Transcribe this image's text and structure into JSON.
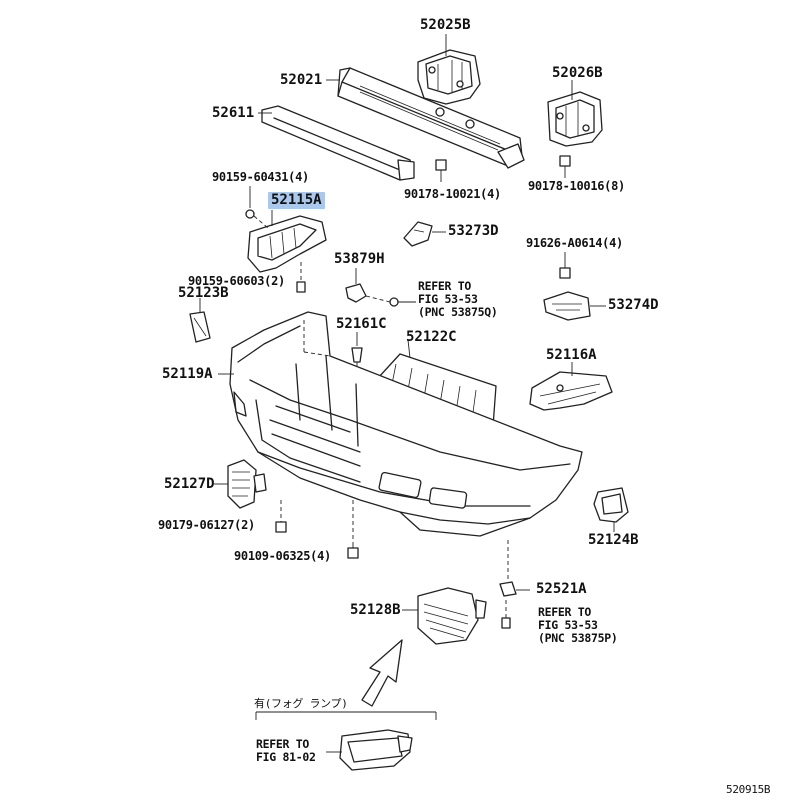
{
  "diagram": {
    "code": "520915B",
    "highlight_color": "#a9c8ec",
    "labels": {
      "p52025B": "52025B",
      "p52021": "52021",
      "p52026B": "52026B",
      "p52611": "52611",
      "p90178_10021": "90178-10021(4)",
      "p90178_10016": "90178-10016(8)",
      "p90159_60431": "90159-60431(4)",
      "p52115A": "52115A",
      "p53273D": "53273D",
      "p91626": "91626-A0614(4)",
      "p53879H": "53879H",
      "p90159_60603": "90159-60603(2)",
      "p52123B": "52123B",
      "ref_5353_q": "REFER TO\nFIG 53-53\n(PNC 53875Q)",
      "p53274D": "53274D",
      "p52161C": "52161C",
      "p52122C": "52122C",
      "p52119A": "52119A",
      "p52116A": "52116A",
      "p52127D": "52127D",
      "p90179_06127": "90179-06127(2)",
      "p52124B": "52124B",
      "p90109_06325": "90109-06325(4)",
      "p52521A": "52521A",
      "p52128B": "52128B",
      "ref_5353_p": "REFER TO\nFIG 53-53\n(PNC 53875P)",
      "fog_lamp_note": "有(フォグ ランプ)",
      "ref_8102": "REFER TO\nFIG 81-02"
    }
  }
}
